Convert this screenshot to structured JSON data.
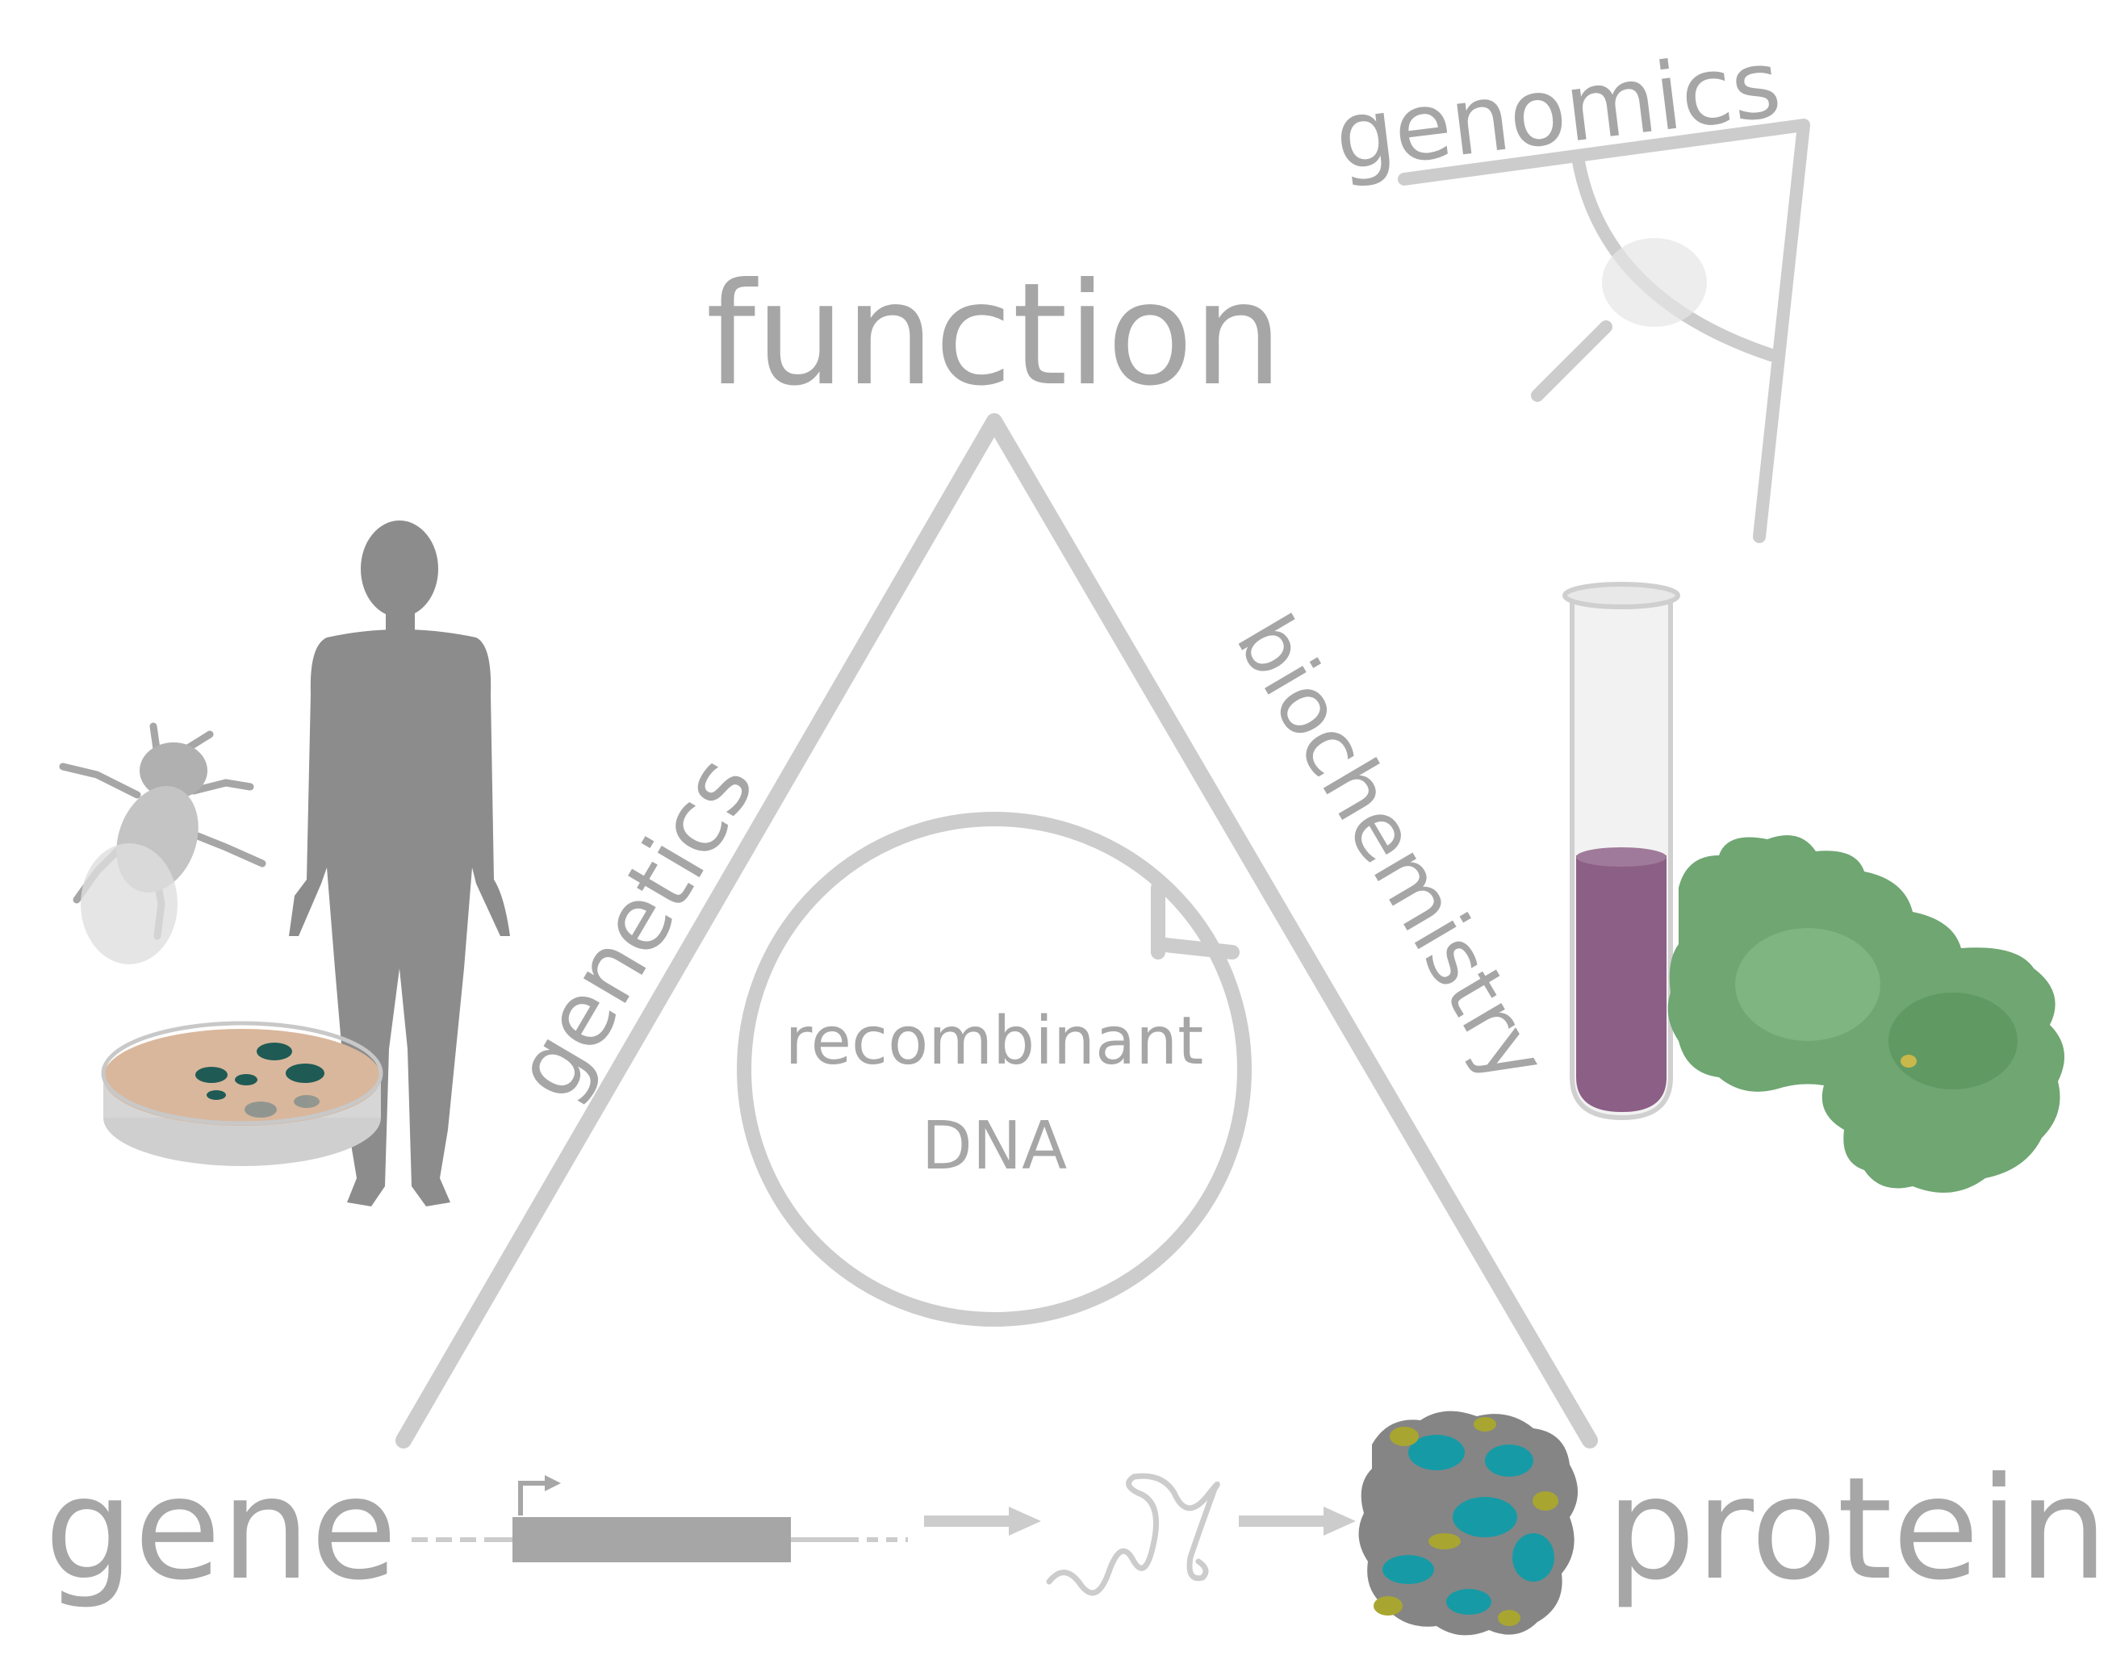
{
  "labels": {
    "function": "function",
    "gene": "gene",
    "protein": "protein",
    "genetics": "genetics",
    "biochemistry": "biochemistry",
    "genomics": "genomics",
    "recombinant_line1": "recombinant",
    "recombinant_line2": "DNA"
  },
  "colors": {
    "label_gray": "#a6a6a6",
    "line_gray": "#cccccc",
    "silhouette": "#8c8c8c",
    "tube_liquid": "#8c5f86",
    "protein_green": "#6fa672",
    "protein_teal": "#169ba6",
    "protein_olive": "#a8a630",
    "dish_agar": "#d9b79c",
    "colony": "#1f5a55"
  },
  "icons": [
    "human-silhouette-icon",
    "fruit-fly-icon",
    "petri-dish-icon",
    "test-tube-icon",
    "green-protein-structure-icon",
    "eye-icon",
    "gene-diagram-icon",
    "mrna-strand-icon",
    "colored-protein-structure-icon"
  ]
}
